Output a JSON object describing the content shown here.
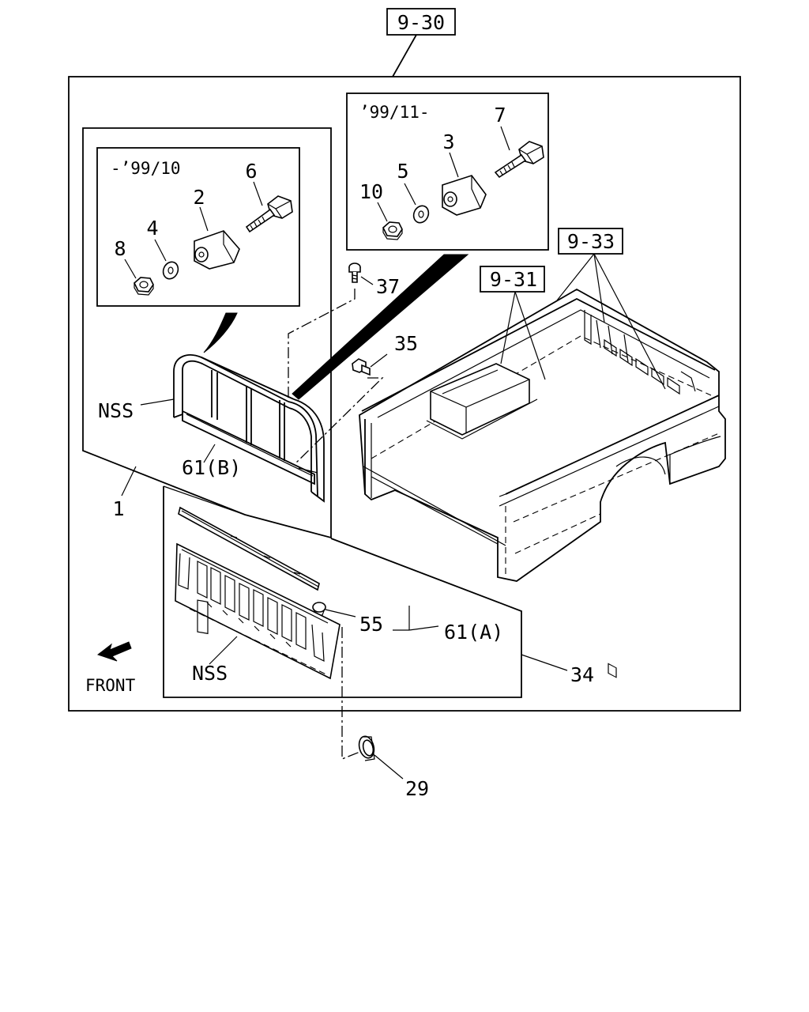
{
  "refs": {
    "main": "9-30",
    "bed_box": "9-33",
    "bed_cover": "9-31"
  },
  "insets": {
    "early_range": "-’99/10",
    "late_range": "’99/11-"
  },
  "callouts": {
    "c1": "1",
    "c2": "2",
    "c3": "3",
    "c4": "4",
    "c5": "5",
    "c6": "6",
    "c7": "7",
    "c8": "8",
    "c10": "10",
    "c29": "29",
    "c34": "34",
    "c35": "35",
    "c37": "37",
    "c55": "55",
    "c61a": "61(A)",
    "c61b": "61(B)",
    "nss_rail": "NSS",
    "nss_gate": "NSS"
  },
  "orientation": {
    "front_label": "FRONT",
    "icon": "front-arrow-icon"
  }
}
